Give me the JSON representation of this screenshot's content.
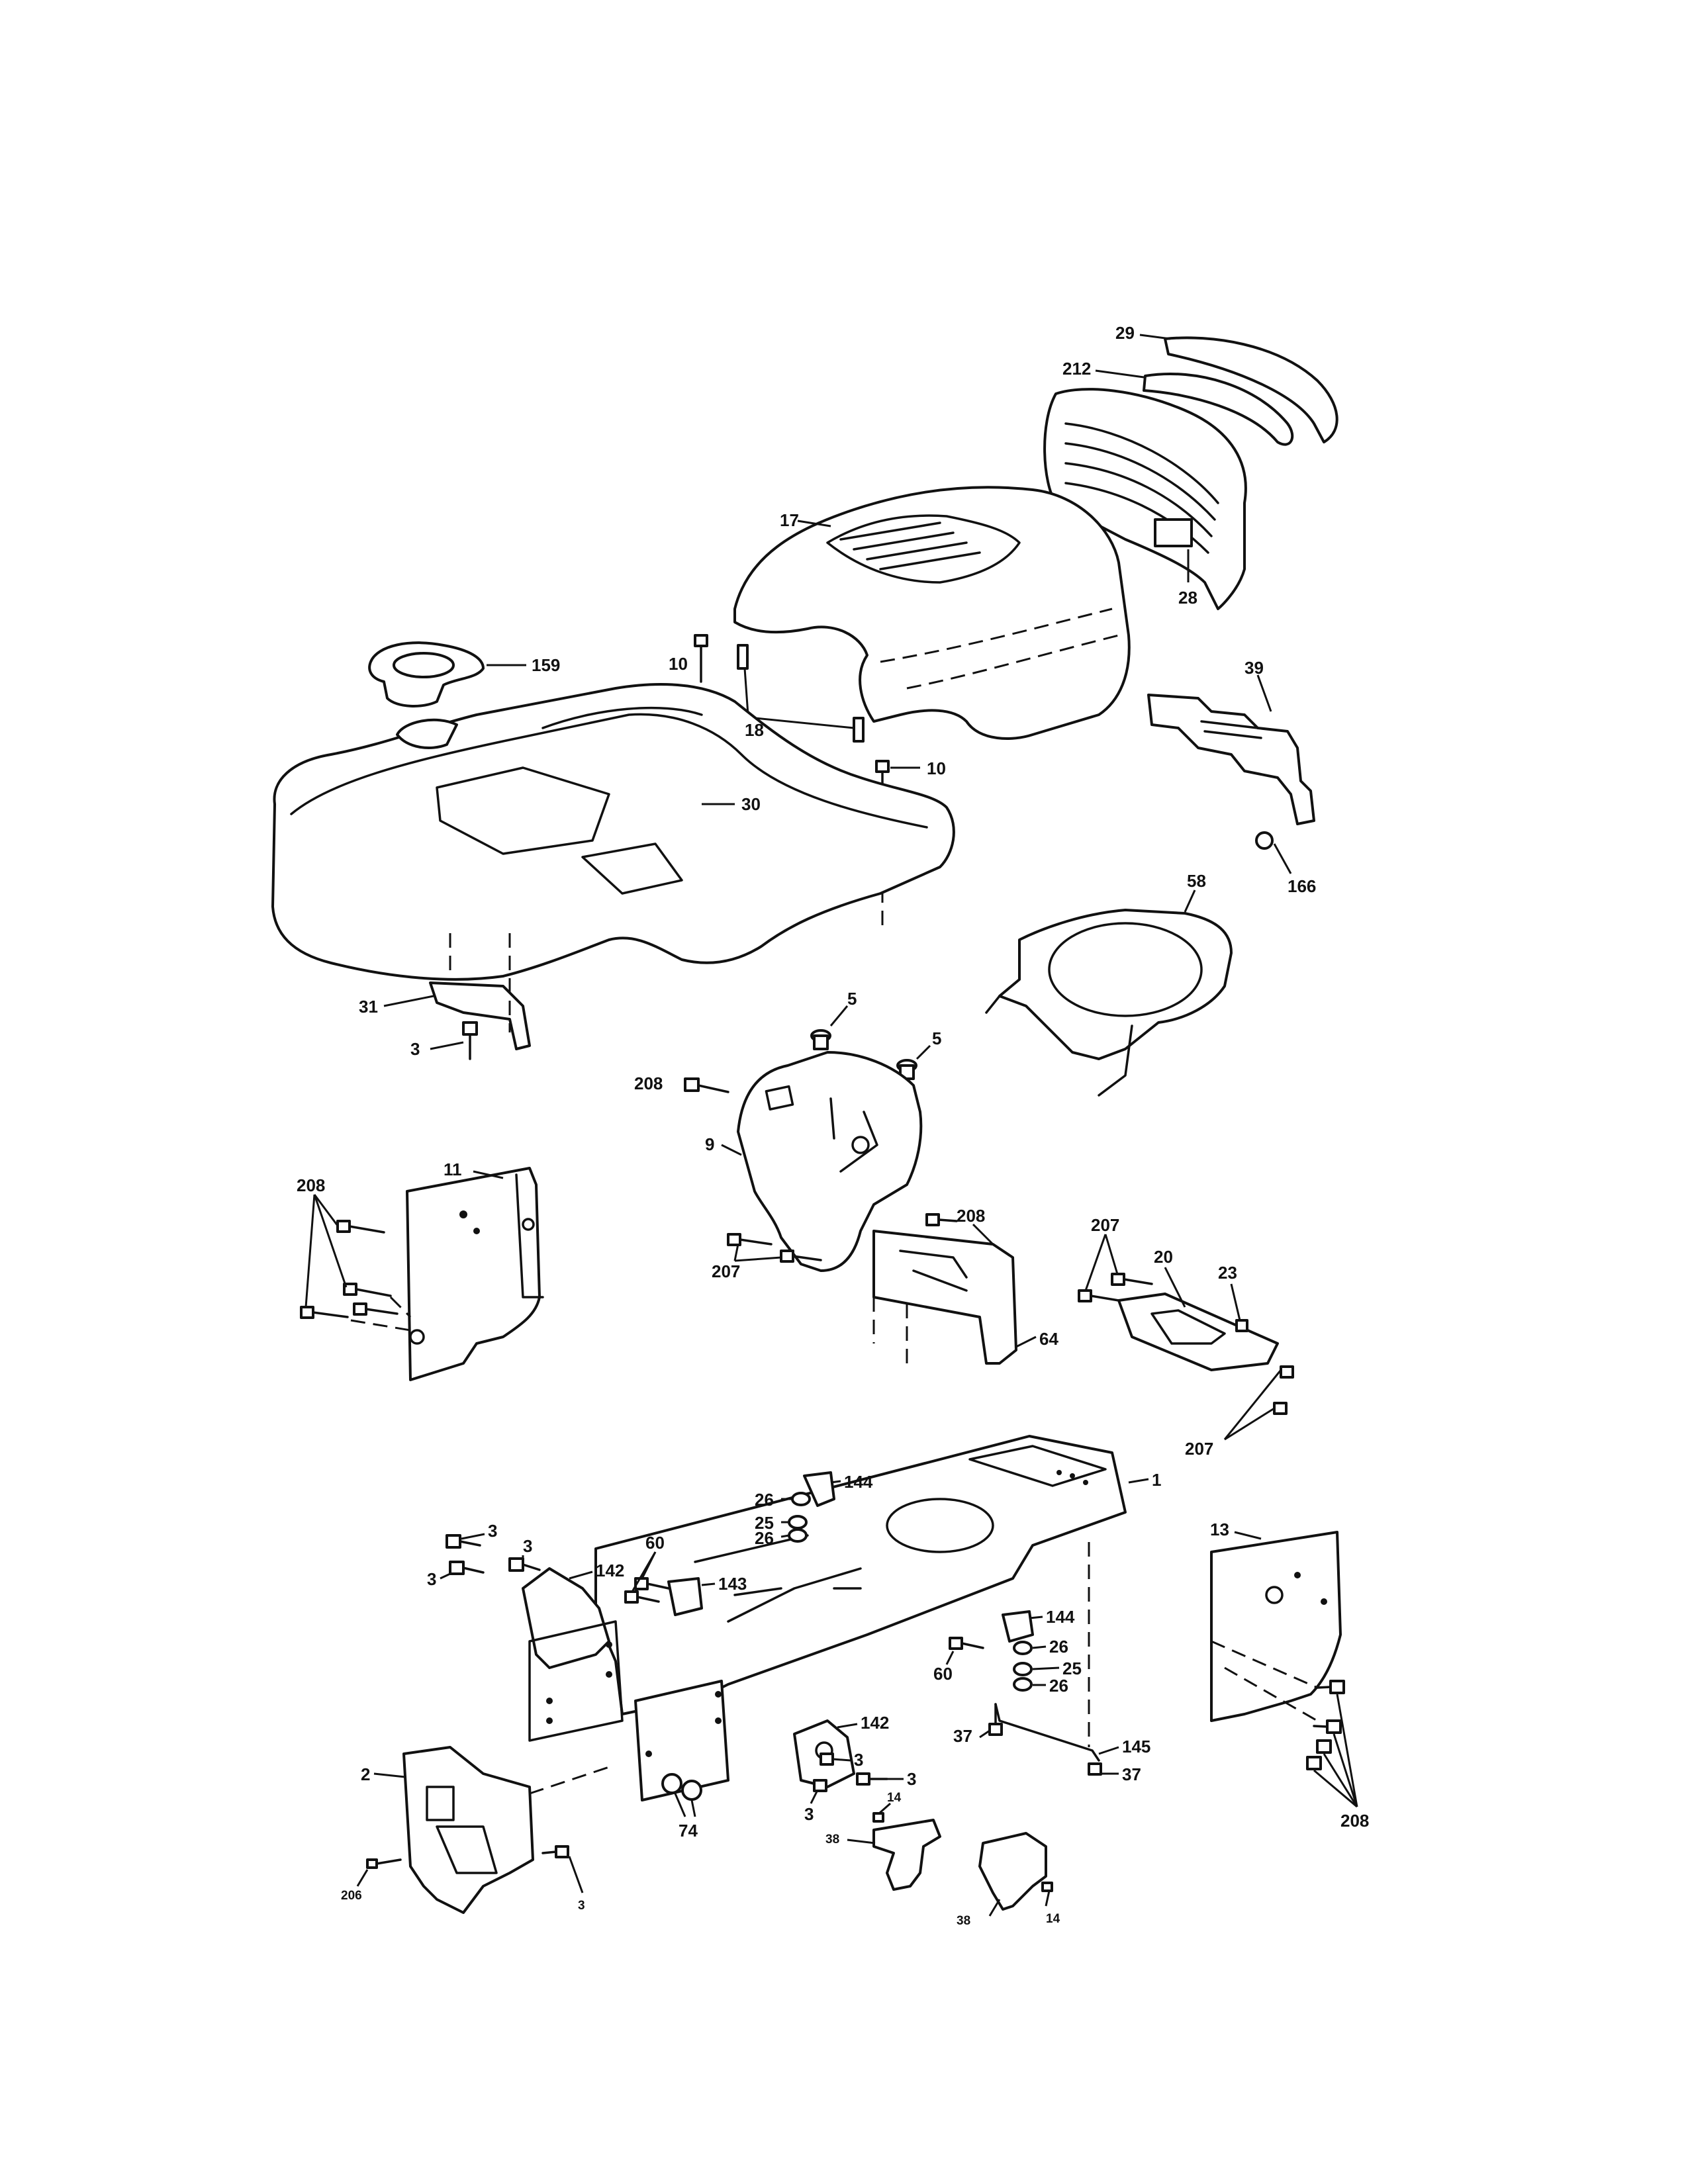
{
  "callouts": {
    "c29": "29",
    "c212": "212",
    "c17": "17",
    "c28": "28",
    "c159": "159",
    "c10a": "10",
    "c10b": "10",
    "c18": "18",
    "c30": "30",
    "c39": "39",
    "c166": "166",
    "c58": "58",
    "c31": "31",
    "c3a": "3",
    "c5a": "5",
    "c5b": "5",
    "c208a": "208",
    "c9": "9",
    "c208b": "208",
    "c11": "11",
    "c208c": "208",
    "c207a": "207",
    "c64": "64",
    "c207b": "207",
    "c20": "20",
    "c23": "23",
    "c207c": "207",
    "c144a": "144",
    "c1": "1",
    "c26a": "26",
    "c25a": "25",
    "c26b": "26",
    "c3b": "3",
    "c3c": "3",
    "c3d": "3",
    "c60a": "60",
    "c142a": "142",
    "c143": "143",
    "c13": "13",
    "c144b": "144",
    "c26c": "26",
    "c60b": "60",
    "c25b": "25",
    "c26d": "26",
    "c142b": "142",
    "c3e": "3",
    "c37a": "37",
    "c145": "145",
    "c2": "2",
    "c3f": "3",
    "c37b": "37",
    "c3g": "3",
    "c74": "74",
    "c14a": "14",
    "c38a": "38",
    "c208d": "208",
    "c206": "206",
    "c3h": "3",
    "c38b": "38",
    "c14b": "14"
  }
}
